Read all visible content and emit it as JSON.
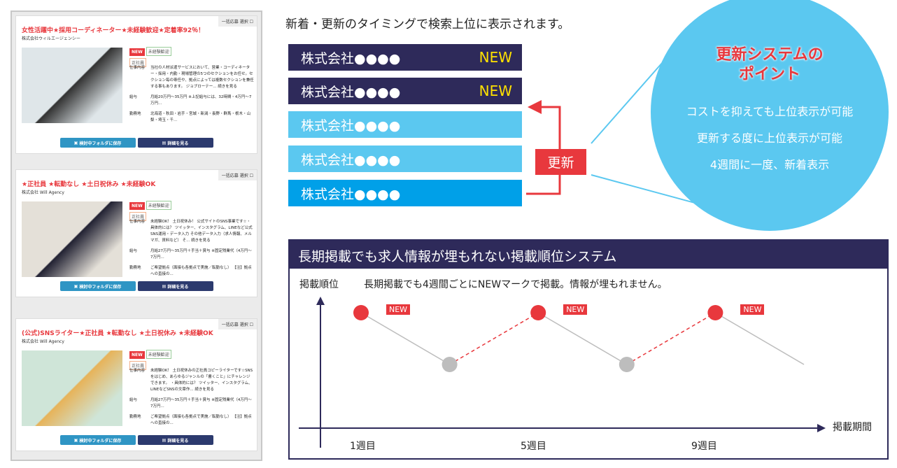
{
  "listings": [
    {
      "select": "一括応募 選択",
      "title": "女性活躍中★採用コーディネーター★未経験歓迎★定着率92％！",
      "company": "株式会社ウィルエージェンシー",
      "tags": [
        "NEW",
        "未経験歓迎",
        "正社員"
      ],
      "rows": [
        {
          "k": "仕事内容",
          "v": "当社の人材派遣サービスにおいて、営業・コーディネーター・採用・内勤・現場管理の5つのセクションをお任せ。セクション毎の専任や、拠点によっては複数セクションを兼任する事もあります。 ジョブローテー... 続きを見る"
        },
        {
          "k": "給与",
          "v": "月給20万円～35万円 ※上記給与には、32時間・4万円～7万円..."
        },
        {
          "k": "勤務地",
          "v": "北海道・秋田・岩手・宮城・新潟・長野・群馬・栃木・山梨・埼玉・千..."
        }
      ],
      "save": "検討中フォルダに保存",
      "detail": "詳細を見る"
    },
    {
      "select": "一括応募 選択",
      "title": "★正社員 ★転勤なし ★土日祝休み ★未経験OK",
      "company": "株式会社 Will Agency",
      "tags": [
        "NEW",
        "未経験歓迎",
        "正社員"
      ],
      "rows": [
        {
          "k": "仕事内容",
          "v": "未経験OK！ 土日祝休み！ 公式サイトのSNS事業です☆・具体的には？ ツイッター、インスタグラム、LINEなど公式SNS運用・データ入力 その他データ入力（求人情報、メルマガ、資料など） そ... 続きを見る"
        },
        {
          "k": "給与",
          "v": "月給27万円～35万円＋手当＋賞与 ※固定残業代（4万円～7万円..."
        },
        {
          "k": "勤務地",
          "v": "ご希望拠点（面接も各拠点で実施／転勤なし） 【注】拠点への直接の..."
        }
      ],
      "save": "検討中フォルダに保存",
      "detail": "詳細を見る"
    },
    {
      "select": "一括応募 選択",
      "title": "(公式)SNSライター★正社員 ★転勤なし ★土日祝休み ★未経験OK",
      "company": "株式会社 Will Agency",
      "tags": [
        "NEW",
        "未経験歓迎",
        "正社員"
      ],
      "rows": [
        {
          "k": "仕事内容",
          "v": "未経験OK！ 土日祝休みの正社員コピーライターです☆SNSをはじめ、あらゆるジャンルの「書くこと」にチャレンジできます。 ・具体的には？ ツイッター、インスタグラム、LINEなどSNSの文章作... 続きを見る"
        },
        {
          "k": "給与",
          "v": "月給27万円～35万円＋手当＋賞与 ※固定残業代（4万円～7万円..."
        },
        {
          "k": "勤務地",
          "v": "ご希望拠点（面接も各拠点で実施／転勤なし） 【注】拠点への直接の..."
        }
      ],
      "save": "検討中フォルダに保存",
      "detail": "詳細を見る"
    }
  ],
  "ranking": {
    "heading": "新着・更新のタイミングで検索上位に表示されます。",
    "bars": [
      {
        "name": "株式会社●●●●",
        "badge": "NEW"
      },
      {
        "name": "株式会社●●●●",
        "badge": "NEW"
      },
      {
        "name": "株式会社●●●●",
        "badge": ""
      },
      {
        "name": "株式会社●●●●",
        "badge": ""
      },
      {
        "name": "株式会社●●●●",
        "badge": ""
      }
    ],
    "update_label": "更新"
  },
  "point": {
    "title1": "更新システムの",
    "title2": "ポイント",
    "items": [
      "コストを抑えても上位表示が可能",
      "更新する度に上位表示が可能",
      "4週間に一度、新着表示"
    ]
  },
  "panel": {
    "title": "長期掲載でも求人情報が埋もれない掲載順位システム",
    "ylabel": "掲載順位",
    "subtitle": "長期掲載でも4週間ごとにNEWマークで掲載。情報が埋もれません。",
    "xlabel": "掲載期間",
    "new_label": "NEW"
  },
  "chart_data": {
    "type": "line",
    "x_ticks": [
      "1週目",
      "5週目",
      "9週目"
    ],
    "points": [
      {
        "week": 1,
        "rank": "top",
        "new": true
      },
      {
        "week": 3,
        "rank": "low",
        "new": false
      },
      {
        "week": 5,
        "rank": "top",
        "new": true
      },
      {
        "week": 7,
        "rank": "low",
        "new": false
      },
      {
        "week": 9,
        "rank": "top",
        "new": true
      },
      {
        "week": 11,
        "rank": "low",
        "new": false
      }
    ],
    "colors": {
      "new": "#e8383d",
      "old": "#bdbdbd"
    }
  },
  "colors": {
    "navy": "#2e2a5a",
    "light_blue": "#5bc8f0",
    "blue": "#00a0e8",
    "red": "#e8383d",
    "new_yellow": "#ffe100"
  }
}
